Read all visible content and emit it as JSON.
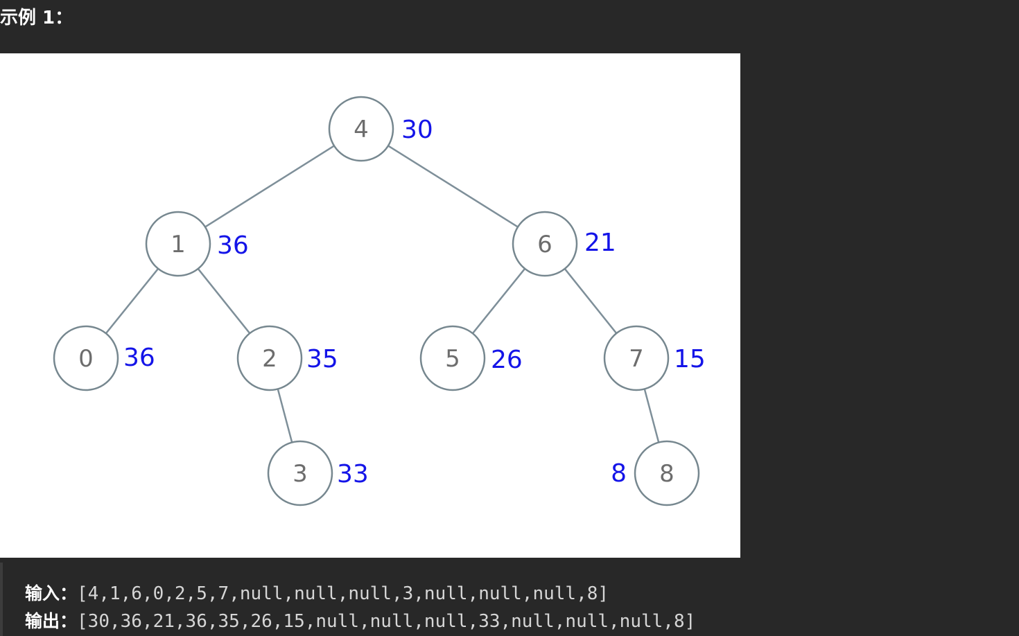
{
  "heading": "示例 1：",
  "tree": {
    "nodes": [
      {
        "id": "n4",
        "value": "4",
        "sum": "30",
        "depth": 0,
        "col": 0
      },
      {
        "id": "n1",
        "value": "1",
        "sum": "36",
        "depth": 1,
        "col": 0
      },
      {
        "id": "n6",
        "value": "6",
        "sum": "21",
        "depth": 1,
        "col": 1
      },
      {
        "id": "n0",
        "value": "0",
        "sum": "36",
        "depth": 2,
        "col": 0
      },
      {
        "id": "n2",
        "value": "2",
        "sum": "35",
        "depth": 2,
        "col": 1
      },
      {
        "id": "n5",
        "value": "5",
        "sum": "26",
        "depth": 2,
        "col": 2
      },
      {
        "id": "n7",
        "value": "7",
        "sum": "15",
        "depth": 2,
        "col": 3
      },
      {
        "id": "n3",
        "value": "3",
        "sum": "33",
        "depth": 3,
        "col": 0
      },
      {
        "id": "n8",
        "value": "8",
        "sum": "8",
        "depth": 3,
        "col": 1
      }
    ],
    "edges": [
      {
        "from": "n4",
        "to": "n1"
      },
      {
        "from": "n4",
        "to": "n6"
      },
      {
        "from": "n1",
        "to": "n0"
      },
      {
        "from": "n1",
        "to": "n2"
      },
      {
        "from": "n6",
        "to": "n5"
      },
      {
        "from": "n6",
        "to": "n7"
      },
      {
        "from": "n2",
        "to": "n3"
      },
      {
        "from": "n7",
        "to": "n8"
      }
    ],
    "colors": {
      "edge": "#7e8f99",
      "node_outline": "#76878f",
      "node_text": "#6d6d6d",
      "sum_text": "#1414e8"
    }
  },
  "example": {
    "input_label": "输入：",
    "input_value": "[4,1,6,0,2,5,7,null,null,null,3,null,null,null,8]",
    "output_label": "输出：",
    "output_value": "[30,36,21,36,35,26,15,null,null,null,33,null,null,null,8]"
  }
}
